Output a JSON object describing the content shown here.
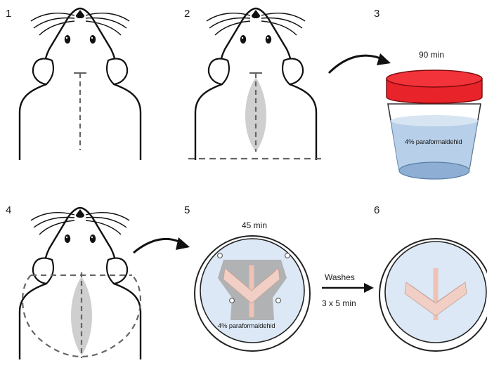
{
  "steps": {
    "s1": "1",
    "s2": "2",
    "s3": "3",
    "s4": "4",
    "s5": "5",
    "s6": "6"
  },
  "labels": {
    "fixation_time": "90 min",
    "fixative_jar": "4% paraformaldehid",
    "postfix_time": "45 min",
    "fixative_dish": "4% paraformaldehid",
    "washes": "Washes",
    "washes_time": "3 x 5 min"
  },
  "colors": {
    "lid": "#e8232a",
    "fixative": "#b7cfe8",
    "dish": "#dce8f5",
    "tissue": "#f1cfc4",
    "cut_area": "#cfcfcf"
  }
}
